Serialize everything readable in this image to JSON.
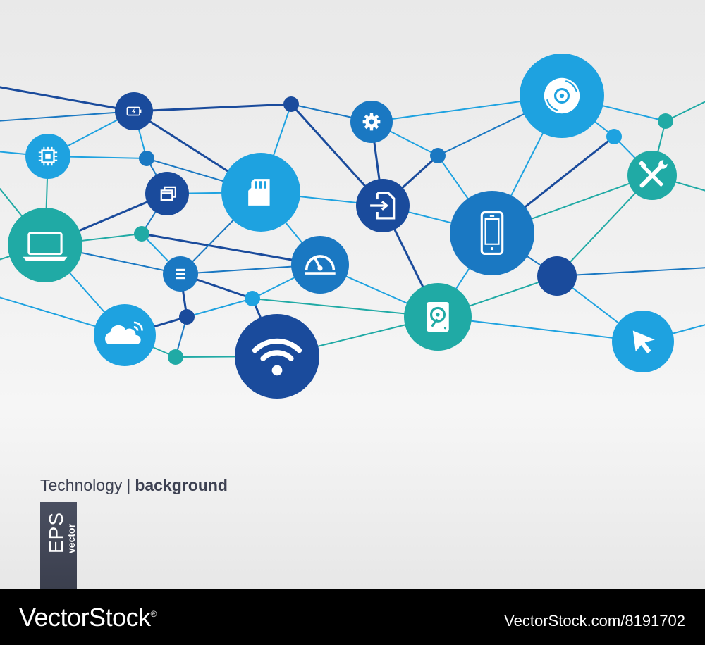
{
  "caption": {
    "title": "Technology",
    "separator": "|",
    "subtitle": "background"
  },
  "badge": {
    "format": "EPS",
    "kind": "vector"
  },
  "footer": {
    "brand": "VectorStock",
    "registered_mark": "®",
    "url": "VectorStock.com/8191702"
  },
  "colors": {
    "light_blue": "#1ea2e0",
    "mid_blue": "#1a78c2",
    "dark_blue": "#1a4b9c",
    "teal": "#20aaa5",
    "background": "#efefef"
  },
  "icons": [
    "battery-icon",
    "chip-icon",
    "laptop-icon",
    "windows-icon",
    "sd-card-icon",
    "list-icon",
    "cloud-signal-icon",
    "speedometer-icon",
    "wifi-icon",
    "gear-icon",
    "file-transfer-icon",
    "hard-drive-icon",
    "smartphone-icon",
    "disc-icon",
    "tools-icon",
    "cursor-icon"
  ]
}
